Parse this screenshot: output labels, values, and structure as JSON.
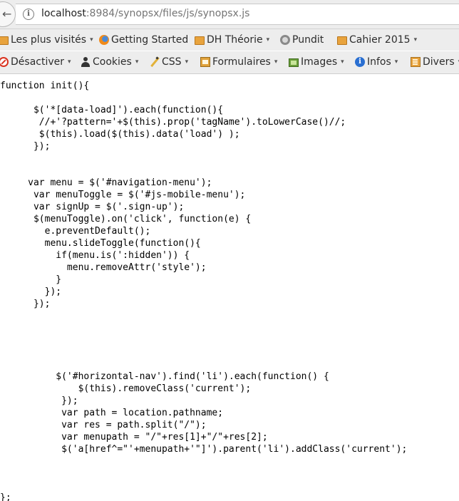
{
  "browser": {
    "url_host": "localhost",
    "url_path": ":8984/synopsx/files/js/synopsx.js",
    "bookmarks_row1": [
      {
        "label": "Les plus visités",
        "icon": "folder-icon",
        "dropdown": true
      },
      {
        "label": "Getting Started",
        "icon": "firefox-icon",
        "dropdown": false
      },
      {
        "label": "DH Théorie",
        "icon": "folder-icon",
        "dropdown": true
      },
      {
        "label": "Pundit",
        "icon": "pundit-icon",
        "dropdown": false
      },
      {
        "label": "Cahier 2015",
        "icon": "folder-icon",
        "dropdown": true
      }
    ],
    "bookmarks_row2": [
      {
        "label": "Désactiver",
        "icon": "disable-icon",
        "dropdown": true
      },
      {
        "label": "Cookies",
        "icon": "cookie-icon",
        "dropdown": true
      },
      {
        "label": "CSS",
        "icon": "css-icon",
        "dropdown": true
      },
      {
        "label": "Formulaires",
        "icon": "form-icon",
        "dropdown": true
      },
      {
        "label": "Images",
        "icon": "image-icon",
        "dropdown": true
      },
      {
        "label": "Infos",
        "icon": "info-icon",
        "dropdown": true
      },
      {
        "label": "Divers",
        "icon": "divers-icon",
        "dropdown": true
      }
    ],
    "dropdown_glyph": "▾"
  },
  "code": {
    "lines": [
      "function init(){",
      "      $('*[data-load]').each(function(){",
      "       //+'?pattern='+$(this).prop('tagName').toLowerCase()//;",
      "       $(this).load($(this).data('load') );",
      "      });",
      "     var menu = $('#navigation-menu');",
      "      var menuToggle = $('#js-mobile-menu');",
      "      var signUp = $('.sign-up');",
      "      $(menuToggle).on('click', function(e) {",
      "        e.preventDefault();",
      "        menu.slideToggle(function(){",
      "          if(menu.is(':hidden')) {",
      "            menu.removeAttr('style');",
      "          }",
      "        });",
      "      });",
      "          $('#horizontal-nav').find('li').each(function() {",
      "              $(this).removeClass('current');",
      "           });",
      "           var path = location.pathname;",
      "           var res = path.split(\"/\");",
      "           var menupath = \"/\"+res[1]+\"/\"+res[2];",
      "           $('a[href^=\"'+menupath+'\"]').parent('li').addClass('current');",
      "};"
    ]
  }
}
